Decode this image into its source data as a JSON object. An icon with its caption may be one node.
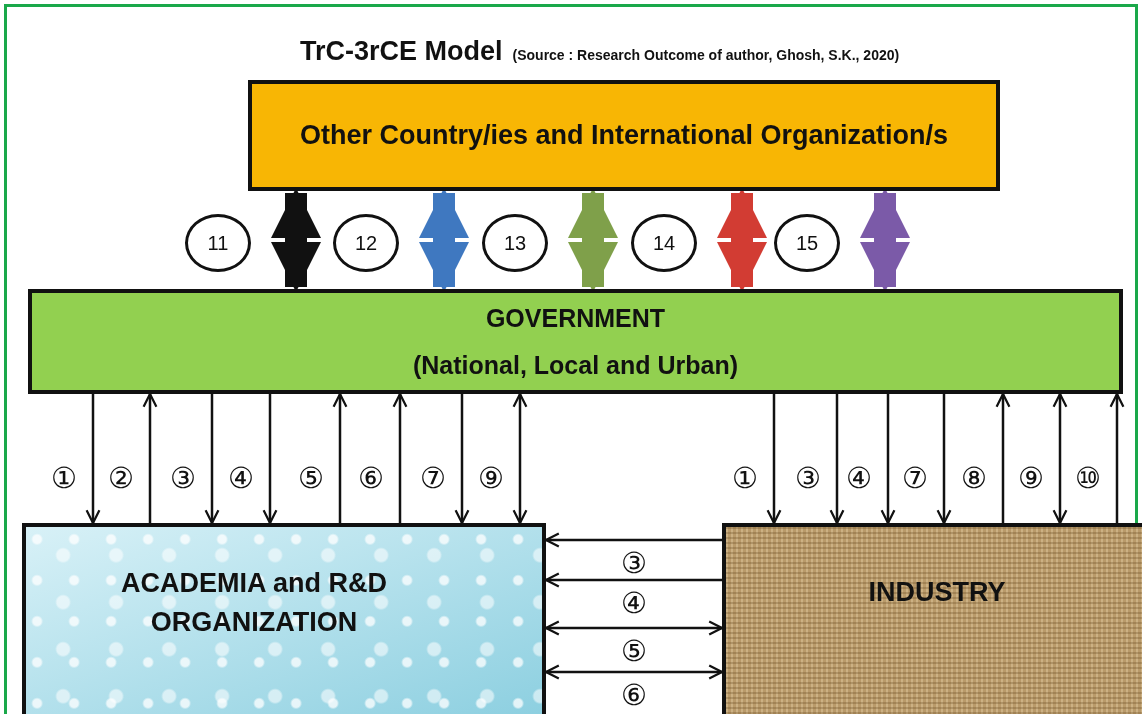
{
  "diagram": {
    "title": "TrC-3rCE Model",
    "nodes": [
      {
        "text": [
          "Other Country/ies and International Organization/s"
        ]
      },
      {
        "text": [
          "GOVERNMENT",
          "(National, Local and Urban)"
        ]
      },
      {
        "text": [
          "ACADEMIA and R&D ORGANIZATION"
        ]
      },
      {
        "text": [
          "INDUSTRY"
        ]
      }
    ],
    "edges": [
      {
        "from": 1,
        "to": 0,
        "arrow": "both",
        "label": "11",
        "style": "thick",
        "color": "#111111"
      },
      {
        "from": 1,
        "to": 0,
        "arrow": "both",
        "label": "12",
        "style": "thick",
        "color": "#3f78c0"
      },
      {
        "from": 1,
        "to": 0,
        "arrow": "both",
        "label": "13",
        "style": "thick",
        "color": "#7fa04a"
      },
      {
        "from": 1,
        "to": 0,
        "arrow": "both",
        "label": "14",
        "style": "thick",
        "color": "#d23c33"
      },
      {
        "from": 1,
        "to": 0,
        "arrow": "both",
        "label": "15",
        "style": "thick",
        "color": "#7b5aa8"
      },
      {
        "from": 1,
        "to": 2,
        "arrow": "to",
        "label": "①"
      },
      {
        "from": 2,
        "to": 1,
        "arrow": "to",
        "label": "②"
      },
      {
        "from": 1,
        "to": 2,
        "arrow": "to",
        "label": "③"
      },
      {
        "from": 1,
        "to": 2,
        "arrow": "to",
        "label": "④"
      },
      {
        "from": 2,
        "to": 1,
        "arrow": "to",
        "label": "⑤"
      },
      {
        "from": 2,
        "to": 1,
        "arrow": "to",
        "label": "⑥"
      },
      {
        "from": 1,
        "to": 2,
        "arrow": "to",
        "label": "⑦"
      },
      {
        "from": 1,
        "to": 2,
        "arrow": "both",
        "label": "⑨"
      },
      {
        "from": 1,
        "to": 3,
        "arrow": "to",
        "label": "①"
      },
      {
        "from": 1,
        "to": 3,
        "arrow": "to",
        "label": "③"
      },
      {
        "from": 1,
        "to": 3,
        "arrow": "to",
        "label": "④"
      },
      {
        "from": 1,
        "to": 3,
        "arrow": "to",
        "label": "⑦"
      },
      {
        "from": 3,
        "to": 1,
        "arrow": "to",
        "label": "⑧"
      },
      {
        "from": 1,
        "to": 3,
        "arrow": "both",
        "label": "⑨"
      },
      {
        "from": 3,
        "to": 1,
        "arrow": "to",
        "label": "⑩"
      },
      {
        "from": 3,
        "to": 2,
        "arrow": "to",
        "label": "③"
      },
      {
        "from": 3,
        "to": 2,
        "arrow": "to",
        "label": "④"
      },
      {
        "from": 2,
        "to": 3,
        "arrow": "both",
        "label": "⑤"
      },
      {
        "from": 2,
        "to": 3,
        "arrow": "both",
        "label": "⑥"
      }
    ],
    "labels": [
      "(Source : Research Outcome of author, Ghosh, S.K., 2020)"
    ]
  }
}
